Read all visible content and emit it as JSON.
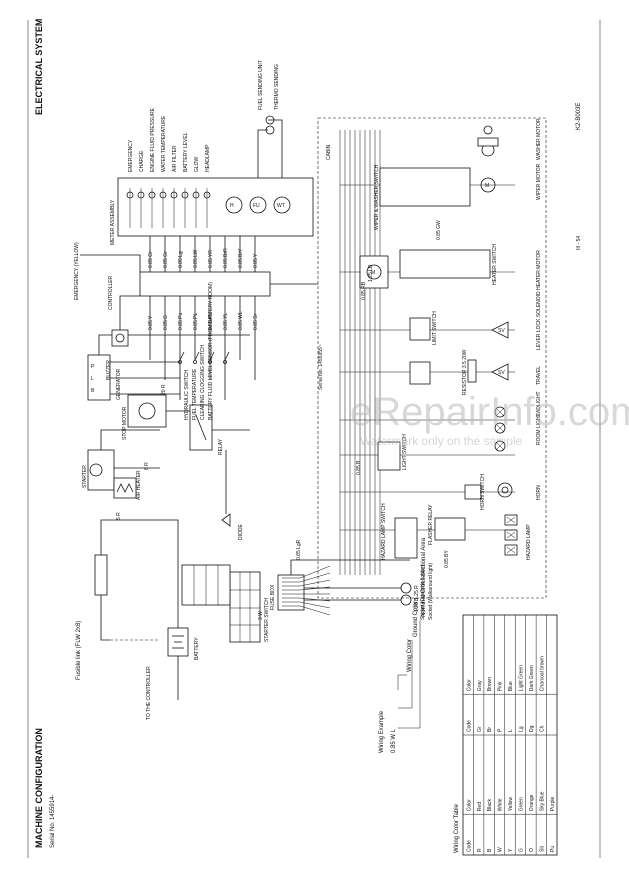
{
  "page": {
    "header_left": "MACHINE CONFIGURATION",
    "header_right": "ELECTRICAL SYSTEM",
    "serial": "Serial No. 1455914-",
    "page_number": "III - 54",
    "doc_code": "K2-B003E",
    "serial_note": "Serial No. 1455955~"
  },
  "watermark": {
    "main": "eRepairInfo.com",
    "sub": "Watermark only on the sample"
  },
  "wiring_example": {
    "title": "Wiring Example",
    "code": "0.85  W  L",
    "wiring_color": "Wiring Color",
    "ground_color": "Ground Color",
    "area": "Nominal Cross-sectional Area"
  },
  "color_table": {
    "title": "Wiring Color Table",
    "headers": [
      "Code",
      "Color",
      "Code",
      "Color"
    ],
    "rows": [
      [
        "R",
        "Red",
        "Gr",
        "Gray"
      ],
      [
        "B",
        "Black",
        "Br",
        "Brown"
      ],
      [
        "W",
        "White",
        "P",
        "Pink"
      ],
      [
        "Y",
        "Yellow",
        "L",
        "Blue"
      ],
      [
        "G",
        "Green",
        "Lg",
        "Light Green"
      ],
      [
        "O",
        "Orange",
        "Dg",
        "Dark Green"
      ],
      [
        "Sb",
        "Sky Blue",
        "Ch",
        "Charcoal brown"
      ],
      [
        "Pu",
        "Purple",
        "",
        ""
      ]
    ]
  },
  "components": {
    "battery": "BATTERY",
    "to_controller": "TO THE CONTROLLER",
    "fusible_link": "Fusible link (FLW 2x8)",
    "starter": "STARTER",
    "air_heater": "AIR HEATER",
    "generator": "GENERATOR",
    "stop_motor": "STOP MOTOR",
    "relay": "RELAY",
    "diode": "DIODE",
    "buzzer": "BUZZER",
    "controller": "CONTROLLER",
    "emergency_yellow": "EMERGENCY (YELLOW)",
    "meter_assembly": "METER ASSEMBLY",
    "starter_switch": "STARTER SWITCH",
    "fuse_box": "FUSE BOX",
    "hydraulic_switch": "HYDRAULIC SWITCH",
    "fuel_temperature": "FUEL TEMPERATURE",
    "clearing_clogging": "CLEARING CLOGGING SWITCH",
    "battery_fluid": "BATTERY FLUID LEVEL SENSOR (FROM BATTERY ROOM)",
    "hazard_switch": "HAZARD LAMP SWITCH",
    "flasher_relay": "FLASHER RELAY",
    "hazard_lamp": "HAZARD LAMP",
    "horn_switch": "HORN SWITCH",
    "horn": "HORN",
    "light_switch": "LIGHT SWITCH",
    "room_light": "ROOM LIGHT",
    "headlight": "HEADLIGHT",
    "limit_switch": "LIMIT SWITCH",
    "resistor": "RESISTOR 3.5 20W",
    "lever_lock": "LEVER LOCK SOLENOID",
    "travel": "TRAVEL",
    "heater_switch": "HEATER SWITCH",
    "heater_motor": "HEATER MOTOR",
    "wiper_washer_switch": "WIPER & WASHER SWITCH",
    "wiper_motor": "WIPER MOTOR",
    "washer_motor": "WASHER MOTOR",
    "cabin": "CABIN",
    "fuel_sending": "FUEL SENDING UNIT",
    "thermo_sending": "THERMO SENDING",
    "socket_cigar": "Socket (Cigarette lighter)",
    "socket_light": "Socket (Walkaround light)",
    "indicators": [
      "EMERGENCY",
      "CHARGE",
      "ENGINE FLUID PRESSURE",
      "WATER TEMPERATURE",
      "AIR FILTER",
      "BATTERY LEVEL",
      "GLOW",
      "HEADLAMP"
    ]
  },
  "wire_labels": {
    "meter_wires": [
      "0.85 Gr",
      "0.85 Gr",
      "0.85 Lg",
      "0.85 LW",
      "0.85 YR",
      "0.85 BrR",
      "0.85 BrY",
      "0.85 Y"
    ],
    "controller_wires": [
      "0.85 Y",
      "0.85 G",
      "0.85 Pu",
      "0.85 PL",
      "0.85 Pu",
      "0.85 YL",
      "0.85 WL",
      "0.85 Sr"
    ],
    "misc": [
      "1.25 R",
      "1.25 B",
      "0.85 RB",
      "0.85 GW",
      "1.25 LB",
      "0.85 BY",
      "0.85 B",
      "5 R",
      "8 R",
      "20 R",
      "0.85 LgR",
      "3 W"
    ]
  }
}
